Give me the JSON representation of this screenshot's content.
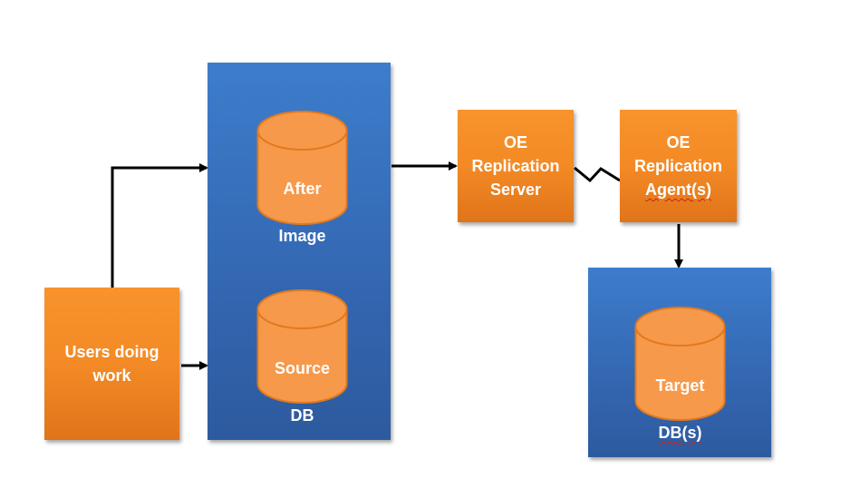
{
  "users": {
    "line1": "Users doing",
    "line2": "work"
  },
  "after_image": {
    "line1": "After",
    "line2": "Image"
  },
  "source_db": {
    "line1": "Source",
    "line2": "DB"
  },
  "replication_server": {
    "line1": "OE",
    "line2": "Replication",
    "line3": "Server"
  },
  "replication_agent": {
    "line1": "OE",
    "line2": "Replication",
    "line3_prefix": "Agent",
    "line3_flagged": "(s)"
  },
  "target_db": {
    "line1": "Target",
    "line2_prefix": "DB",
    "line2_flagged": "(s)"
  },
  "colors": {
    "panel_blue": "#3d7dcc",
    "box_orange": "#f8932c",
    "cylinder_orange": "#f7994a",
    "cylinder_outline": "#e07a20",
    "connector": "#000000"
  }
}
